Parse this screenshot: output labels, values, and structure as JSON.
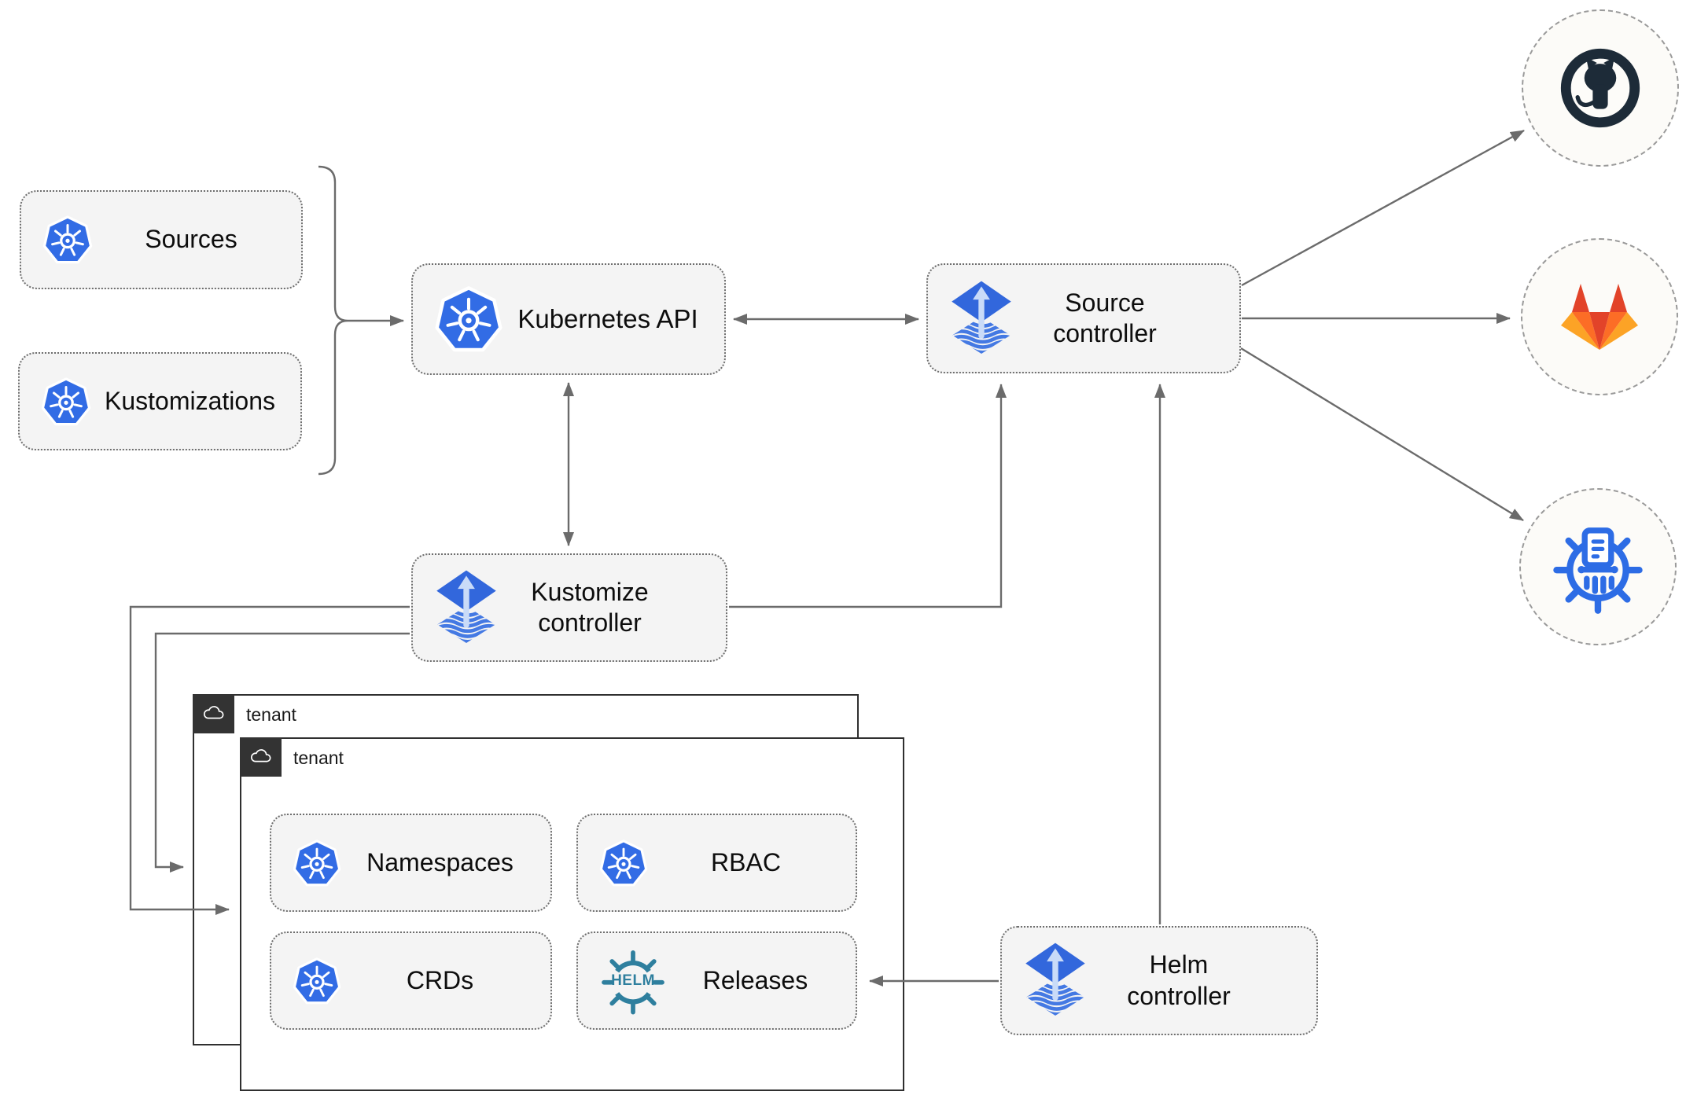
{
  "nodes": {
    "sources": {
      "label": "Sources",
      "icon": "kubernetes-icon"
    },
    "kustomizations": {
      "label": "Kustomizations",
      "icon": "kubernetes-icon"
    },
    "kubernetes_api": {
      "label": "Kubernetes API",
      "icon": "kubernetes-icon"
    },
    "source_controller": {
      "label": "Source controller",
      "icon": "flux-icon"
    },
    "kustomize_controller": {
      "label": "Kustomize controller",
      "icon": "flux-icon"
    },
    "helm_controller": {
      "label": "Helm controller",
      "icon": "flux-icon"
    },
    "namespaces": {
      "label": "Namespaces",
      "icon": "kubernetes-icon"
    },
    "rbac": {
      "label": "RBAC",
      "icon": "kubernetes-icon"
    },
    "crds": {
      "label": "CRDs",
      "icon": "kubernetes-icon"
    },
    "releases": {
      "label": "Releases",
      "icon": "helm-icon"
    }
  },
  "tenants": {
    "back": {
      "label": "tenant",
      "icon": "cloud-icon"
    },
    "front": {
      "label": "tenant",
      "icon": "cloud-icon"
    }
  },
  "externals": {
    "github": {
      "icon": "github-icon"
    },
    "gitlab": {
      "icon": "gitlab-icon"
    },
    "chartmuseum": {
      "icon": "chartmuseum-icon"
    }
  },
  "logos": {
    "helm_text": "HELM"
  },
  "colors": {
    "kubernetes_blue": "#326ce5",
    "flux_blue": "#3267dc",
    "flux_arrow_light": "#c9dbf8",
    "helm_teal": "#2e7f9e",
    "github_dark": "#1d2b38",
    "gitlab_red": "#e24329",
    "gitlab_orange": "#fc6d26",
    "gitlab_yellow": "#fca326",
    "chartmuseum_blue": "#2d6ce5",
    "connector_gray": "#6b6b6b",
    "node_fill": "#f4f4f4",
    "node_border": "#6e6e6e",
    "tenant_border": "#2f2f2f",
    "tenant_header_bg": "#333333"
  }
}
